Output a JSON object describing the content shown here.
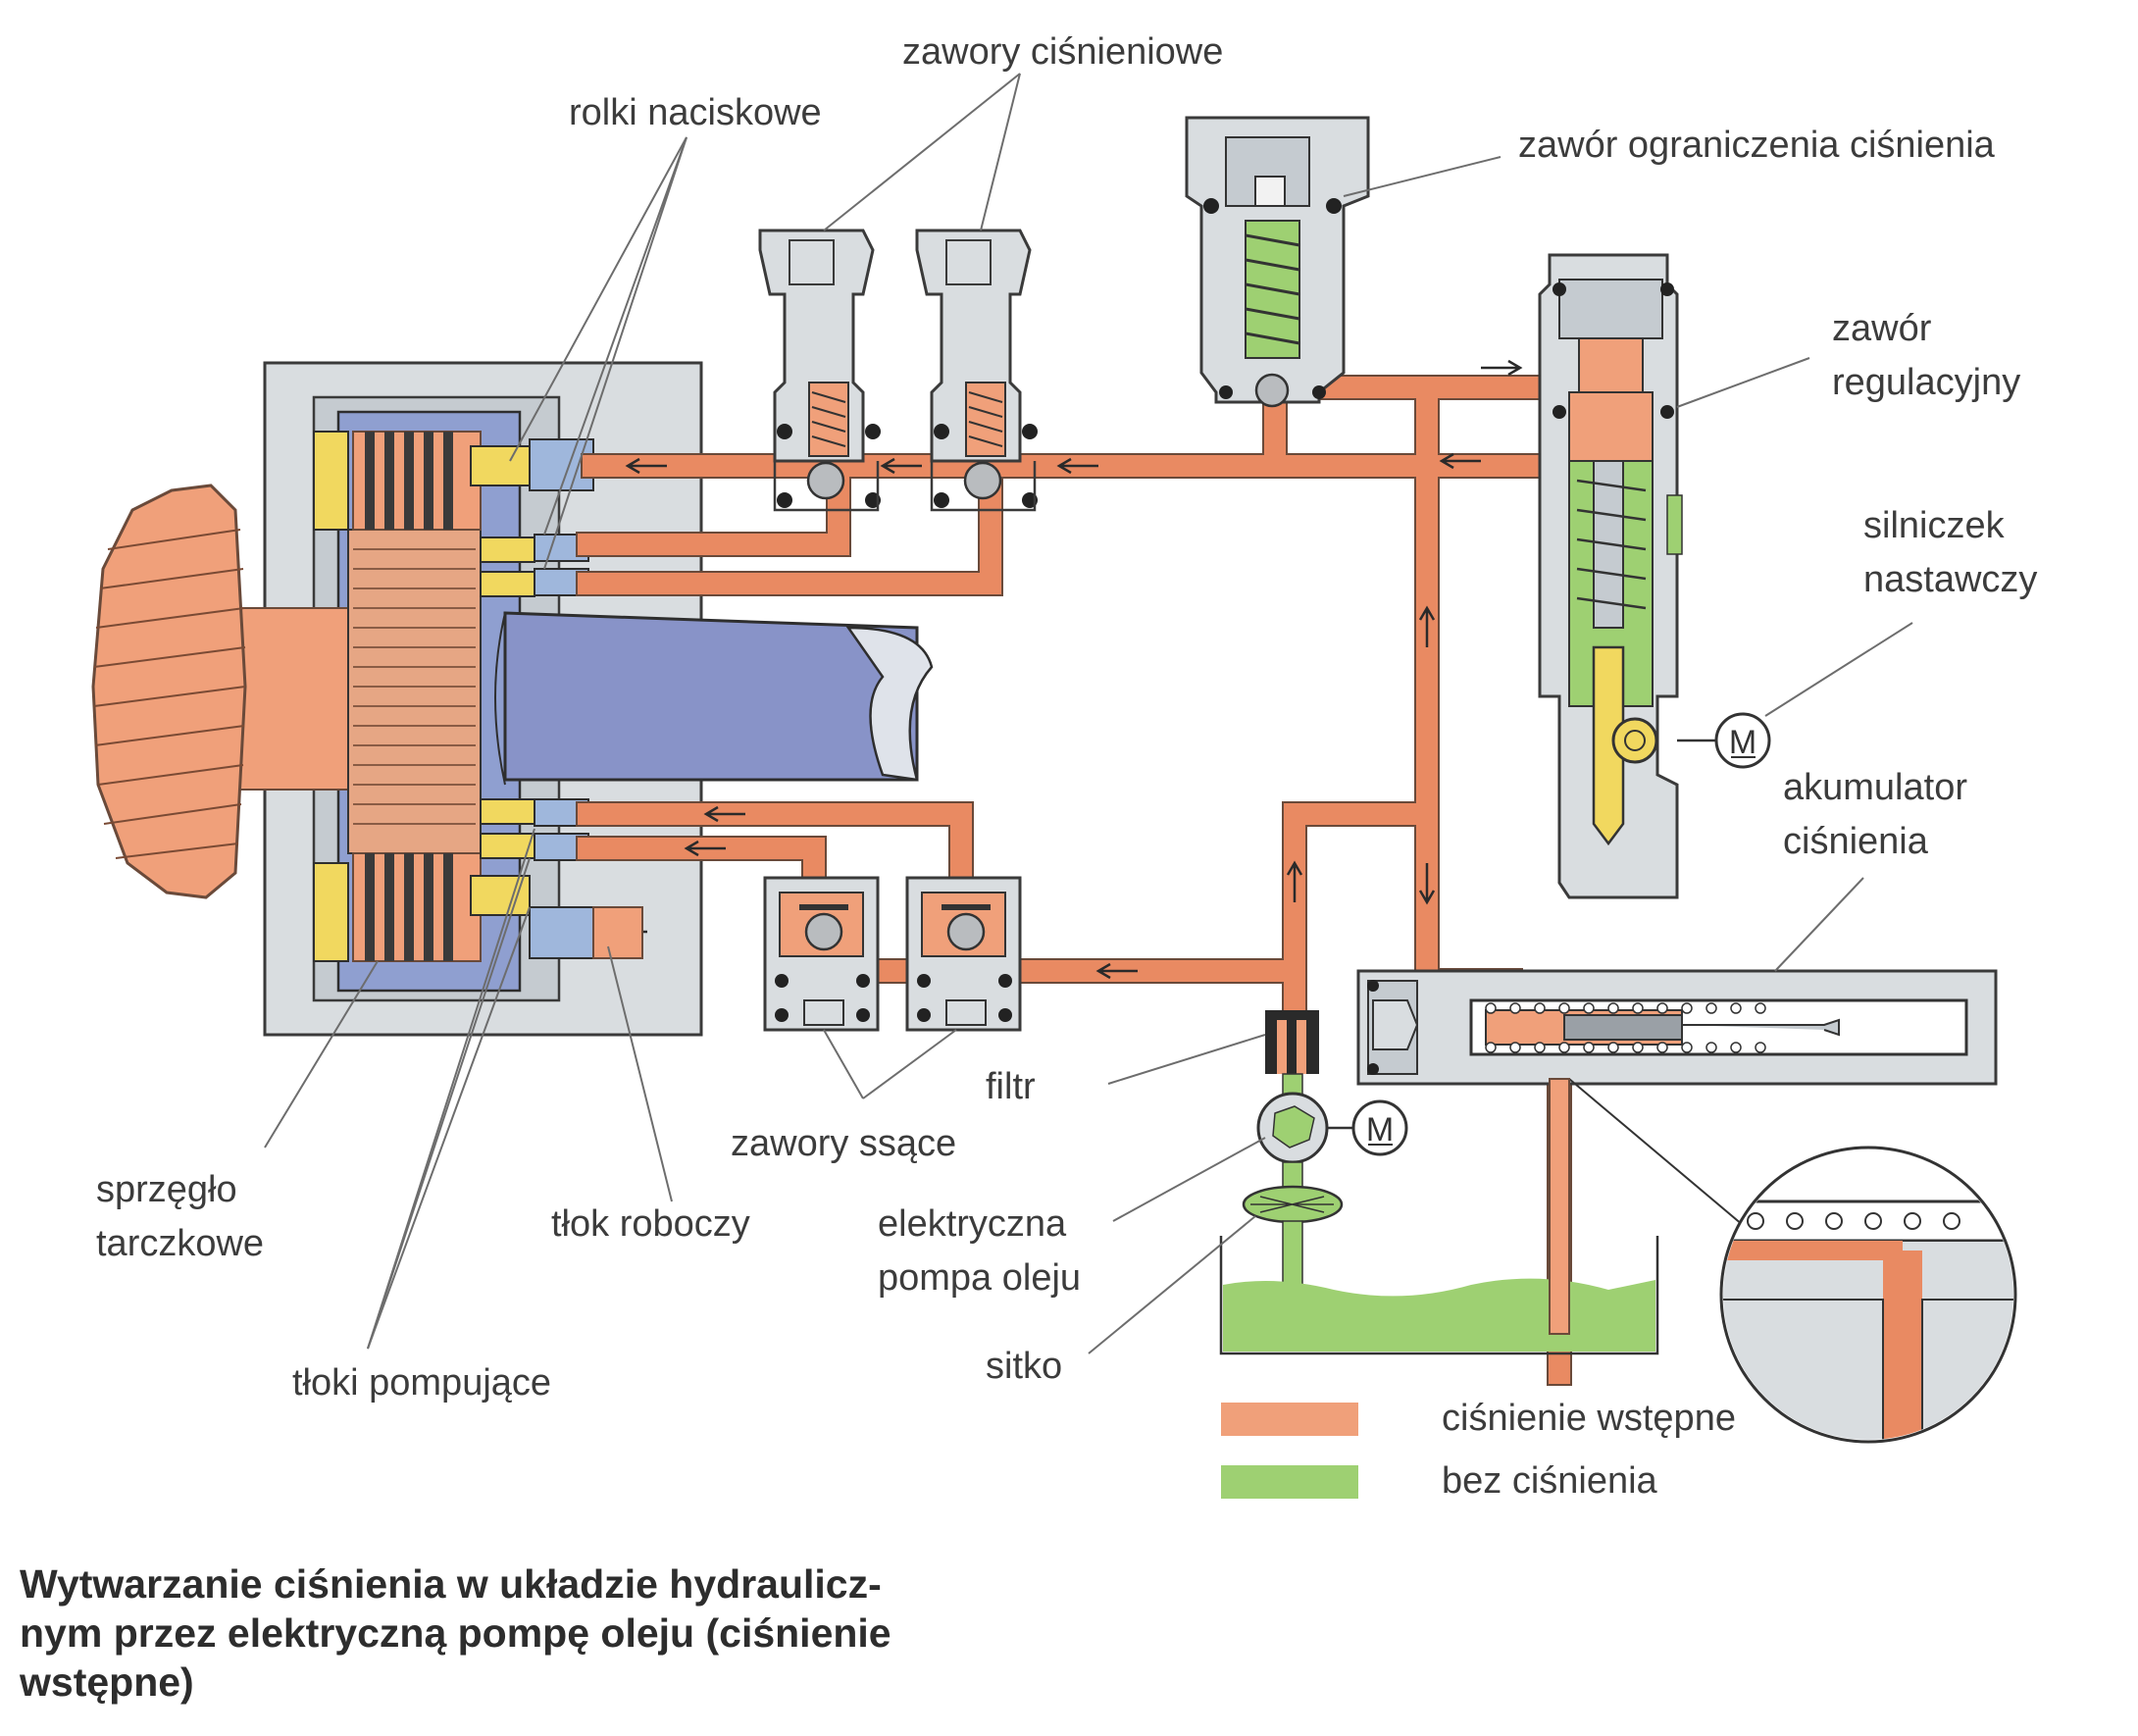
{
  "labels": {
    "zawory_cisnieniowe": "zawory ciśnieniowe",
    "rolki_naciskowe": "rolki naciskowe",
    "zawor_ograniczenia": "zawór ograniczenia ciśnienia",
    "zawor_regulacyjny_1": "zawór",
    "zawor_regulacyjny_2": "regulacyjny",
    "silniczek_1": "silniczek",
    "silniczek_2": "nastawczy",
    "akumulator_1": "akumulator",
    "akumulator_2": "ciśnienia",
    "filtr": "filtr",
    "zawory_ssace": "zawory ssące",
    "sprzeglo_1": "sprzęgło",
    "sprzeglo_2": "tarczkowe",
    "tlok_roboczy": "tłok roboczy",
    "pompa_1": "elektryczna",
    "pompa_2": "pompa oleju",
    "sitko": "sitko",
    "tloki_pompujace": "tłoki pompujące",
    "motor_symbol": "M"
  },
  "legend": {
    "items": [
      {
        "label": "ciśnienie wstępne",
        "color": "#f0a07a"
      },
      {
        "label": "bez ciśnienia",
        "color": "#9ed072"
      }
    ]
  },
  "colors": {
    "oil_pressure": "#f0a07a",
    "no_pressure": "#9ed072",
    "housing": "#d9dde0",
    "piston": "#8f9fd0",
    "roller": "#f1d85f"
  },
  "caption": {
    "line1": "Wytwarzanie ciśnienia w układzie hydraulicz-",
    "line2": "nym przez elektryczną pompę oleju (ciśnienie",
    "line3": "wstępne)"
  }
}
